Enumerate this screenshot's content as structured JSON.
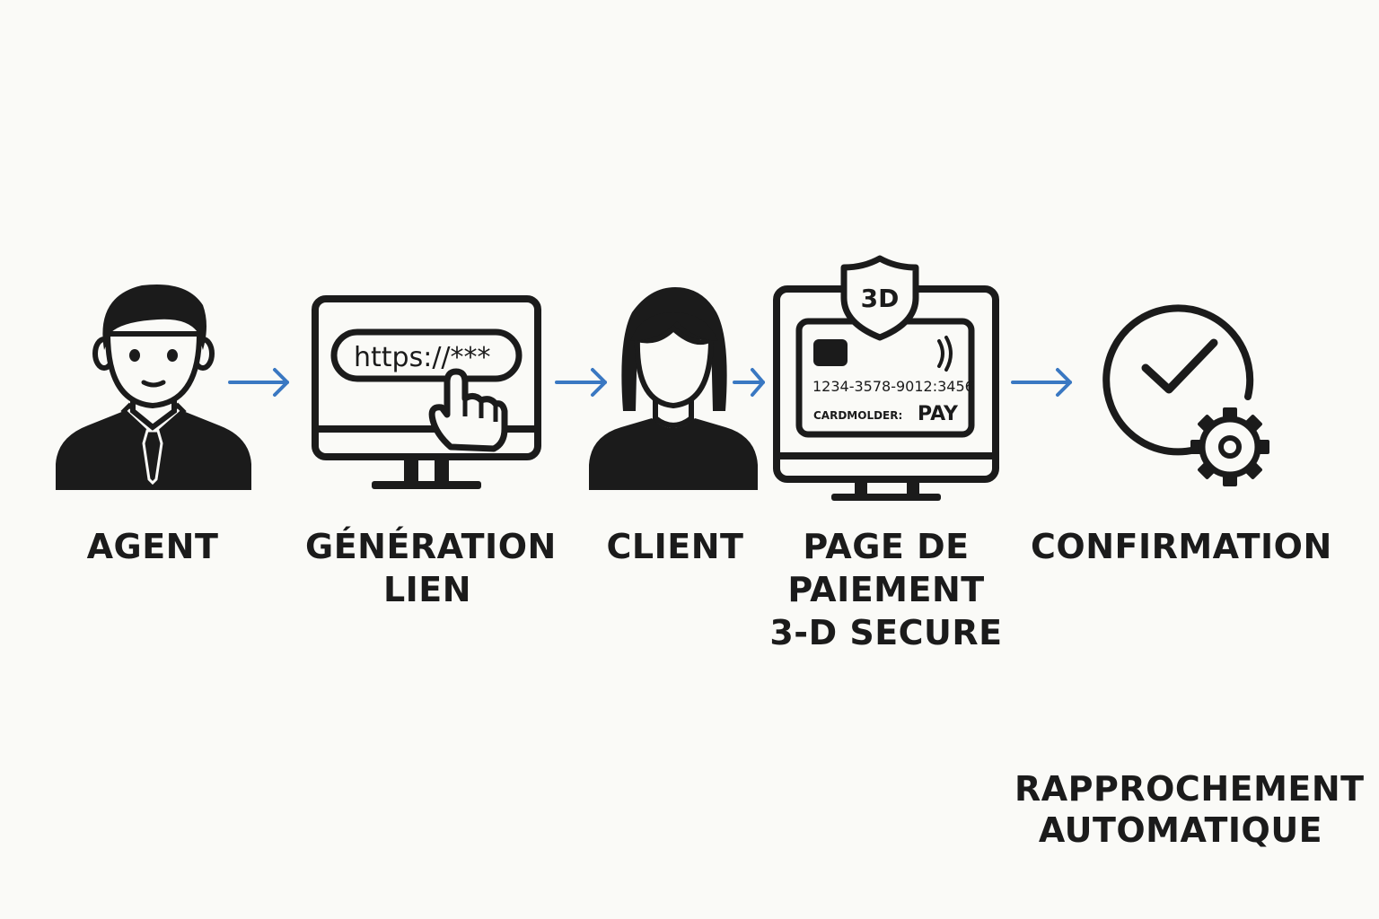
{
  "steps": [
    {
      "icon": "agent-icon",
      "label_lines": [
        "AGENT"
      ]
    },
    {
      "icon": "monitor-link-icon",
      "label_lines": [
        "GÉNÉRATION",
        "LIEN"
      ],
      "url_text": "https://***"
    },
    {
      "icon": "client-icon",
      "label_lines": [
        "CLIENT"
      ]
    },
    {
      "icon": "payment-page-icon",
      "label_lines": [
        "PAGE DE",
        "PAIEMENT",
        "3-D SECURE"
      ],
      "badge_text": "3D",
      "card_number": "1234-3578-9012:3456",
      "cardholder_label": "CARDMOLDER:",
      "pay_label": "PAY"
    },
    {
      "icon": "confirmation-icon",
      "label_lines": [
        "CONFIRMATION"
      ]
    }
  ],
  "bottom_label_lines": [
    "RAPPROCHEMENT",
    "AUTOMATIQUE"
  ],
  "colors": {
    "arrow": "#3a78c2",
    "icon": "#1b1b1b",
    "background": "#fafaf7"
  }
}
